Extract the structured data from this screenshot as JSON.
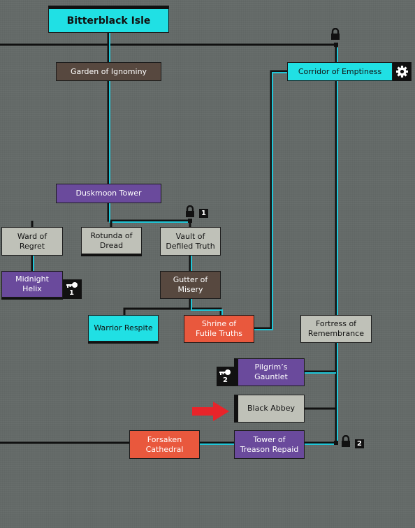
{
  "title": "Bitterblack Isle",
  "areas": {
    "garden": "Garden of Ignominy",
    "corridor": "Corridor of Emptiness",
    "duskmoon": "Duskmoon Tower",
    "ward": [
      "Ward of",
      "Regret"
    ],
    "rotunda": [
      "Rotunda of",
      "Dread"
    ],
    "vault": [
      "Vault of",
      "Defiled Truth"
    ],
    "midnight": [
      "Midnight",
      "Helix"
    ],
    "gutter": [
      "Gutter of",
      "Misery"
    ],
    "warrior": "Warrior Respite",
    "shrine": [
      "Shrine of",
      "Futile Truths"
    ],
    "fortress": [
      "Fortress of",
      "Remembrance"
    ],
    "pilgrim": [
      "Pilgrim’s",
      "Gauntlet"
    ],
    "abbey": "Black Abbey",
    "forsaken": [
      "Forsaken",
      "Cathedral"
    ],
    "tower": [
      "Tower of",
      "Treason Repaid"
    ]
  },
  "badges": {
    "vault_lock": "1",
    "midnight_key": "1",
    "pilgrim_key": "2",
    "tower_lock": "2"
  },
  "icons": {
    "lock": "padlock-icon",
    "key": "key-icon",
    "gear": "gear-icon",
    "arrow": "red-arrow-icon"
  },
  "colors": {
    "background": "#646a68",
    "wire": "#111111",
    "wire_glow": "#1fc6d8",
    "cyan": "#20e0e4",
    "purple": "#6a4a9c",
    "brown": "#57483f",
    "grey": "#bfc1b8",
    "orange": "#e9583d",
    "arrow": "#e8242a"
  }
}
